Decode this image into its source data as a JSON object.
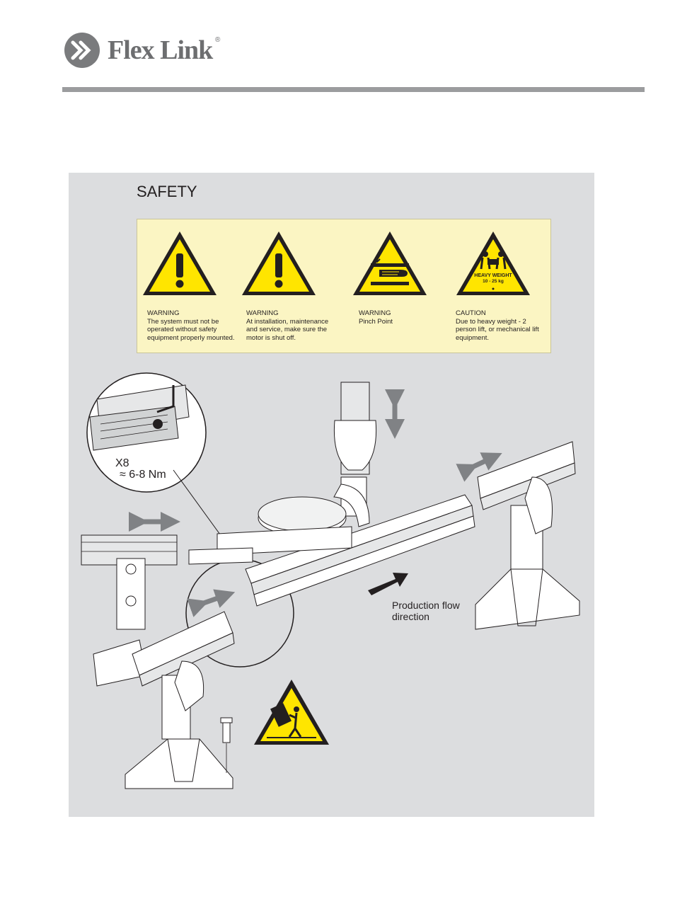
{
  "header": {
    "brand_name": "Flex Link",
    "brand_reg": "®"
  },
  "section": {
    "title": "SAFETY"
  },
  "signs": [
    {
      "icon": "exclamation-icon",
      "text": "WARNING\nThe system must not be operated without safety equipment properly mounted."
    },
    {
      "icon": "exclamation-icon",
      "text": "WARNING\nAt installation, maintenance and service, make sure the motor is shut off."
    },
    {
      "icon": "pinch-point-icon",
      "text": "WARNING\nPinch Point"
    },
    {
      "icon": "heavy-weight-icon",
      "text": "CAUTION\nDue to heavy weight - 2 person lift, or mechanical lift equipment.",
      "sign_label": "HEAVY WEIGHT",
      "sign_sublabel": "10 - 25 kg"
    }
  ],
  "diagram": {
    "detail_count": "X8",
    "detail_torque": "≈ 6-8 Nm",
    "flow_label": "Production flow\ndirection",
    "tip_over_icon": "tip-over-warning-icon"
  },
  "colors": {
    "panel": "#dcdddf",
    "sign_background": "#fbf5c3",
    "warning_yellow": "#ffe500",
    "arrow_gray": "#808285",
    "rule_gray": "#9b9c9e"
  }
}
